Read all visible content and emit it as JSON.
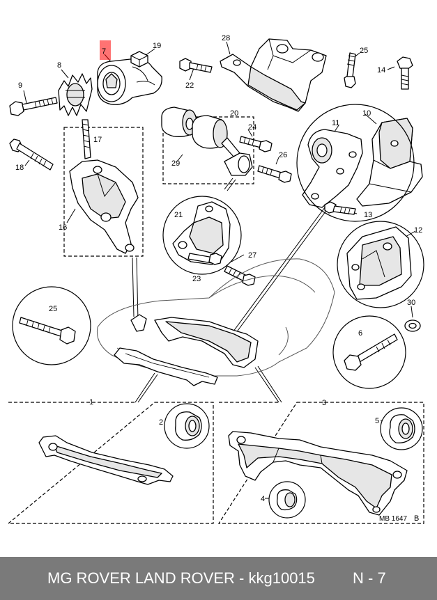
{
  "diagram": {
    "callouts": {
      "c1": "1",
      "c2": "2",
      "c3": "3",
      "c4": "4",
      "c5": "5",
      "c6": "6",
      "c7": "7",
      "c8": "8",
      "c9": "9",
      "c10": "10",
      "c11": "11",
      "c12": "12",
      "c13": "13",
      "c14": "14",
      "c16": "16",
      "c17": "17",
      "c18": "18",
      "c19": "19",
      "c20": "20",
      "c21": "21",
      "c22": "22",
      "c23": "23",
      "c24": "24",
      "c25a": "25",
      "c25b": "25",
      "c26": "26",
      "c27": "27",
      "c28": "28",
      "c29": "29",
      "c30": "30"
    },
    "highlighted_callout": "7",
    "highlight_color": "#ff0000",
    "reference": "MB 1647",
    "reference_suffix": "B"
  },
  "footer": {
    "title": "MG ROVER LAND ROVER - kkg10015",
    "page": "N - 7",
    "background_color": "#7a7a7a",
    "text_color": "#ffffff"
  }
}
